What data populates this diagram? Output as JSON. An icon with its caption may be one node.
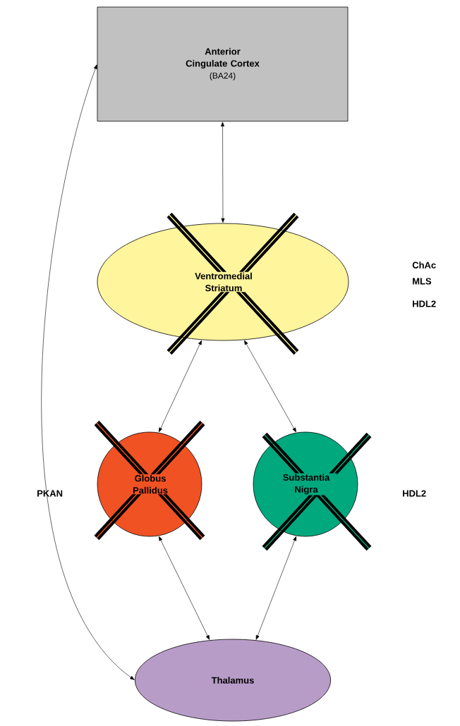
{
  "diagram": {
    "nodes": [
      {
        "text": [
          "Anterior Cingulate Cortex",
          "(BA24)"
        ]
      },
      {
        "text": [
          "Ventromedial Striatum"
        ]
      },
      {
        "text": [
          "Globus Pallidus"
        ]
      },
      {
        "text": [
          "Substantia Nigra"
        ]
      },
      {
        "text": [
          "Thalamus"
        ]
      }
    ],
    "edges": [
      {
        "from": 0,
        "to": 1,
        "arrow": "both"
      },
      {
        "from": 1,
        "to": 2,
        "arrow": "both"
      },
      {
        "from": 1,
        "to": 3,
        "arrow": "both"
      },
      {
        "from": 2,
        "to": 4,
        "arrow": "both"
      },
      {
        "from": 3,
        "to": 4,
        "arrow": "both"
      },
      {
        "from": 4,
        "to": 0,
        "arrow": "both"
      }
    ],
    "labels": [
      "ChAc",
      "MLS",
      "HDL2",
      "PKAN",
      "HDL2"
    ]
  }
}
